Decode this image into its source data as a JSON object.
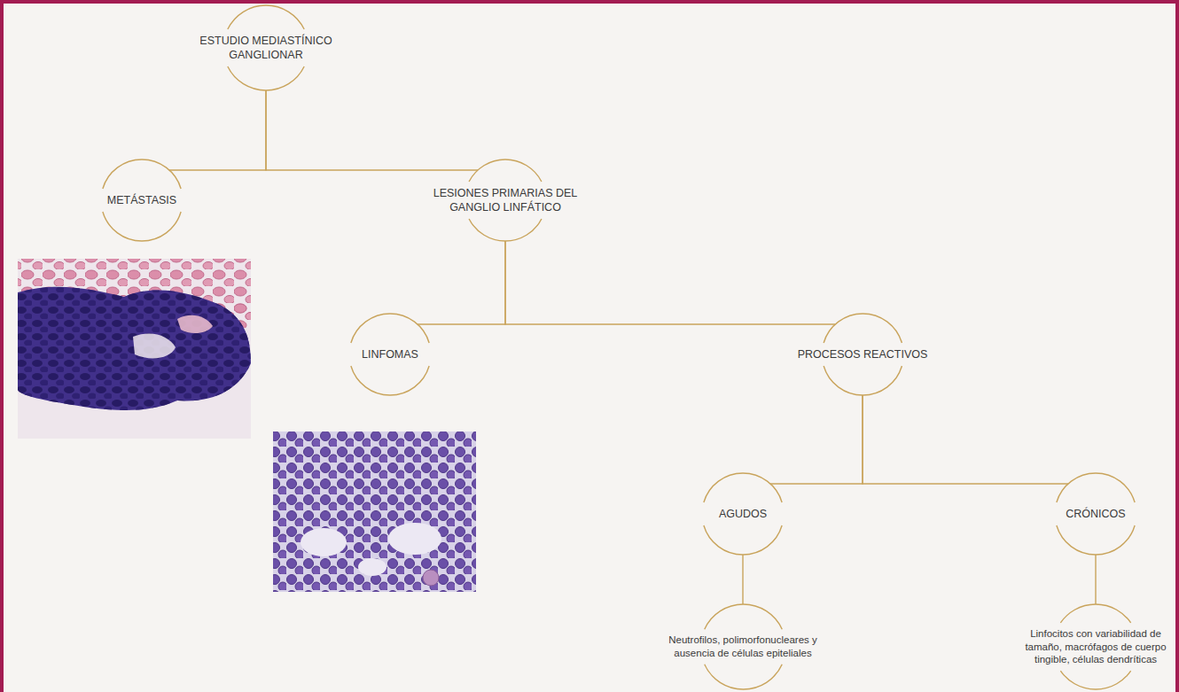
{
  "diagram": {
    "nodes": [
      {
        "text": [
          "ESTUDIO MEDIASTÍNICO GANGLIONAR"
        ]
      },
      {
        "text": [
          "METÁSTASIS"
        ]
      },
      {
        "text": [
          "LESIONES PRIMARIAS DEL GANGLIO LINFÁTICO"
        ]
      },
      {
        "text": [
          "LINFOMAS"
        ]
      },
      {
        "text": [
          "PROCESOS REACTIVOS"
        ]
      },
      {
        "text": [
          "AGUDOS"
        ]
      },
      {
        "text": [
          "CRÓNICOS"
        ]
      },
      {
        "text": [
          "Neutrofilos, polimorfonucleares y ausencia de células epiteliales"
        ]
      },
      {
        "text": [
          "Linfocitos con variabilidad de tamaño, macrófagos de cuerpo tingible, células dendríticas"
        ]
      }
    ],
    "edges": [
      {
        "from": 0,
        "to": 1,
        "arrow": "none"
      },
      {
        "from": 0,
        "to": 2,
        "arrow": "none"
      },
      {
        "from": 2,
        "to": 3,
        "arrow": "none"
      },
      {
        "from": 2,
        "to": 4,
        "arrow": "none"
      },
      {
        "from": 4,
        "to": 5,
        "arrow": "none"
      },
      {
        "from": 4,
        "to": 6,
        "arrow": "none"
      },
      {
        "from": 5,
        "to": 7,
        "arrow": "none"
      },
      {
        "from": 6,
        "to": 8,
        "arrow": "none"
      }
    ]
  }
}
